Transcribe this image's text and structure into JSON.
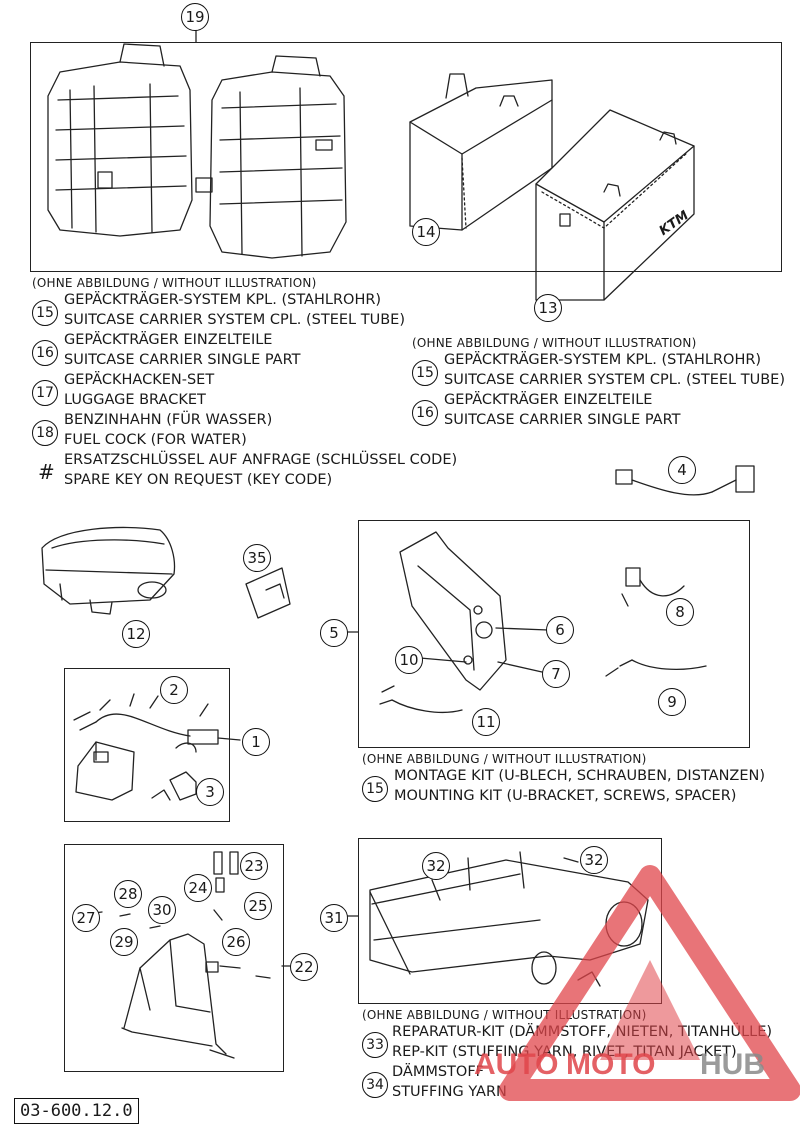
{
  "callouts": {
    "c1": "1",
    "c2": "2",
    "c3": "3",
    "c4": "4",
    "c5": "5",
    "c6": "6",
    "c7": "7",
    "c8": "8",
    "c9": "9",
    "c10": "10",
    "c11": "11",
    "c12": "12",
    "c13": "13",
    "c14": "14",
    "c19": "19",
    "c22": "22",
    "c23": "23",
    "c24": "24",
    "c25": "25",
    "c26": "26",
    "c27": "27",
    "c28": "28",
    "c29": "29",
    "c30": "30",
    "c31": "31",
    "c32a": "32",
    "c32b": "32",
    "c35": "35"
  },
  "group_left": {
    "note": "(OHNE ABBILDUNG / WITHOUT ILLUSTRATION)",
    "items": [
      {
        "num": "15",
        "de": "GEPÄCKTRÄGER-SYSTEM KPL. (STAHLROHR)",
        "en": "SUITCASE CARRIER SYSTEM CPL. (STEEL TUBE)"
      },
      {
        "num": "16",
        "de": "GEPÄCKTRÄGER EINZELTEILE",
        "en": "SUITCASE CARRIER SINGLE PART"
      },
      {
        "num": "17",
        "de": "GEPÄCKHACKEN-SET",
        "en": "LUGGAGE BRACKET"
      },
      {
        "num": "18",
        "de": "BENZINHAHN (FÜR WASSER)",
        "en": "FUEL COCK (FOR WATER)"
      },
      {
        "num": "#",
        "de": "ERSATZSCHLÜSSEL AUF ANFRAGE (SCHLÜSSEL CODE)",
        "en": "SPARE KEY ON REQUEST (KEY CODE)"
      }
    ]
  },
  "group_right": {
    "note": "(OHNE ABBILDUNG / WITHOUT ILLUSTRATION)",
    "items": [
      {
        "num": "15",
        "de": "GEPÄCKTRÄGER-SYSTEM KPL. (STAHLROHR)",
        "en": "SUITCASE CARRIER SYSTEM CPL. (STEEL TUBE)"
      },
      {
        "num": "16",
        "de": "GEPÄCKTRÄGER EINZELTEILE",
        "en": "SUITCASE CARRIER SINGLE PART"
      }
    ]
  },
  "group_mount": {
    "note": "(OHNE ABBILDUNG / WITHOUT ILLUSTRATION)",
    "items": [
      {
        "num": "15",
        "de": "MONTAGE KIT (U-BLECH, SCHRAUBEN, DISTANZEN)",
        "en": "MOUNTING KIT (U-BRACKET, SCREWS, SPACER)"
      }
    ]
  },
  "group_exhaust": {
    "note": "(OHNE ABBILDUNG / WITHOUT ILLUSTRATION)",
    "items": [
      {
        "num": "33",
        "de": "REPARATUR-KIT (DÄMMSTOFF, NIETEN, TITANHÜLLE)",
        "en": "REP-KIT (STUFFING YARN, RIVET, TITAN JACKET)"
      },
      {
        "num": "34",
        "de": "DÄMMSTOFF",
        "en": "STUFFING YARN"
      }
    ]
  },
  "case_logo": "KTM",
  "doc_number": "03-600.12.0",
  "watermark": {
    "part1": "AUTO",
    "part2": "MOTO",
    "part3": "HUB"
  },
  "colors": {
    "line": "#222222",
    "watermark_red": "#e0464b",
    "watermark_gray": "#8a8a8a"
  }
}
